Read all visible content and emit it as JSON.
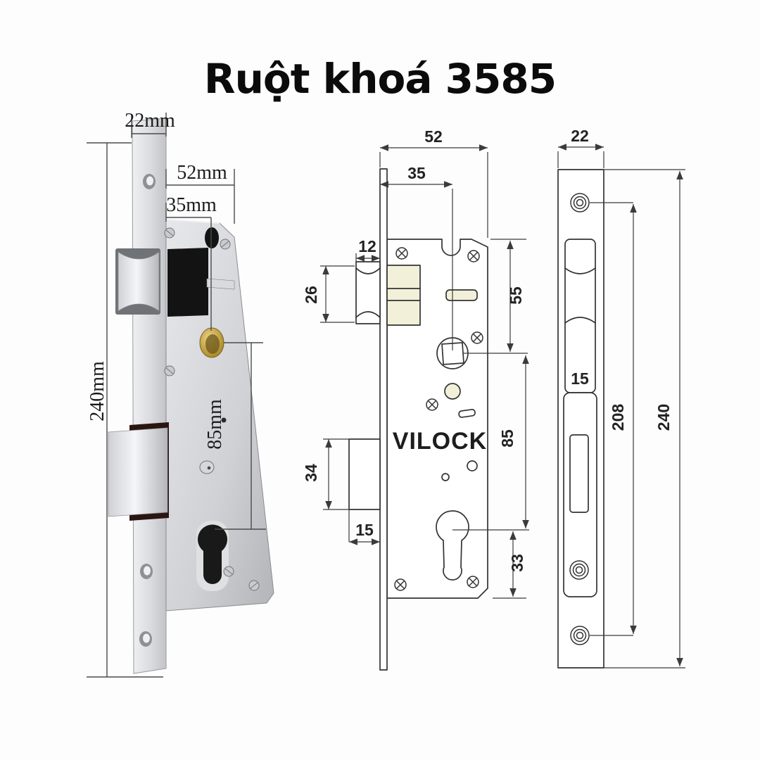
{
  "title": "Ruột khoá 3585",
  "brand": "VILOCK",
  "photo_view": {
    "plate_width": "22mm",
    "body_width": "52mm",
    "backset": "35mm",
    "plate_height": "240mm",
    "spindle_to_cylinder": "85mm"
  },
  "front_view": {
    "body_width": "52",
    "backset": "35",
    "latch_throw": "12",
    "latch_height": "26",
    "top_to_spindle": "55",
    "spindle_to_cylinder": "85",
    "deadbolt_height": "34",
    "deadbolt_throw": "15",
    "cylinder_to_bottom": "33"
  },
  "plate_view": {
    "plate_width": "22",
    "latch_window_width": "15",
    "screw_centers": "208",
    "plate_height": "240"
  }
}
